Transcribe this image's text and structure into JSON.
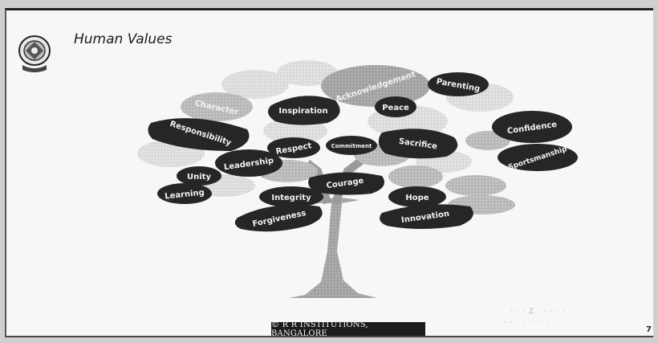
{
  "slide": {
    "title": "Human Values",
    "footer": "© R R INSTITUTIONS, BANGALORE",
    "page_number": "7",
    "watermark_line1": "· · ·  Z · · ·  · ·",
    "watermark_line2": "· · ·   ·  · ·   · ·   ·"
  },
  "logo": {
    "icon": "institution-emblem-icon"
  },
  "tree": {
    "leaves": [
      {
        "id": "character",
        "label": "Character",
        "shade": "mid"
      },
      {
        "id": "inspiration",
        "label": "Inspiration",
        "shade": "dark"
      },
      {
        "id": "acknowledgement",
        "label": "Acknowledgement",
        "shade": "mid"
      },
      {
        "id": "parenting",
        "label": "Parenting",
        "shade": "dark"
      },
      {
        "id": "responsibility",
        "label": "Responsibility",
        "shade": "dark"
      },
      {
        "id": "peace",
        "label": "Peace",
        "shade": "dark"
      },
      {
        "id": "confidence",
        "label": "Confidence",
        "shade": "dark"
      },
      {
        "id": "respect",
        "label": "Respect",
        "shade": "dark"
      },
      {
        "id": "commitment",
        "label": "Commitment",
        "shade": "dark"
      },
      {
        "id": "sacrifice",
        "label": "Sacrifice",
        "shade": "dark"
      },
      {
        "id": "sportsmanship",
        "label": "Sportsmanship",
        "shade": "dark"
      },
      {
        "id": "leadership",
        "label": "Leadership",
        "shade": "dark"
      },
      {
        "id": "unity",
        "label": "Unity",
        "shade": "dark"
      },
      {
        "id": "learning",
        "label": "Learning",
        "shade": "dark"
      },
      {
        "id": "courage",
        "label": "Courage",
        "shade": "dark"
      },
      {
        "id": "integrity",
        "label": "Integrity",
        "shade": "dark"
      },
      {
        "id": "hope",
        "label": "Hope",
        "shade": "dark"
      },
      {
        "id": "forgiveness",
        "label": "Forgiveness",
        "shade": "dark"
      },
      {
        "id": "innovation",
        "label": "Innovation",
        "shade": "dark"
      }
    ]
  },
  "colors": {
    "dark_leaf": "#262626",
    "mid_leaf": "#8c8c8c",
    "light_leaf": "#d9d9d9",
    "trunk": "#9a9a9a",
    "footer_band": "#1c1c1c"
  }
}
